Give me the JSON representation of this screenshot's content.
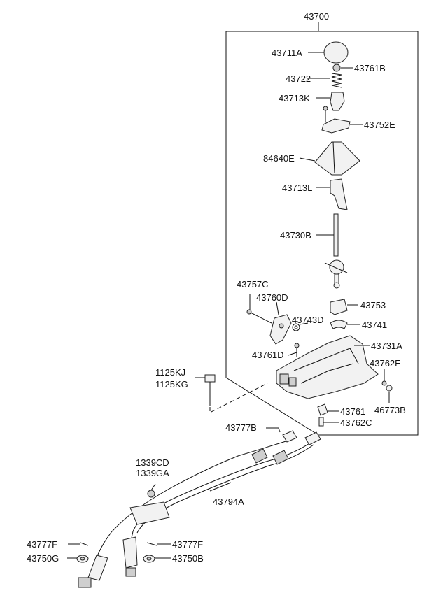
{
  "assembly_number": "43700",
  "labels": {
    "p43711A": "43711A",
    "p43761B": "43761B",
    "p43722": "43722",
    "p43713K": "43713K",
    "p43752E": "43752E",
    "p84640E": "84640E",
    "p43713L": "43713L",
    "p43730B": "43730B",
    "p43757C": "43757C",
    "p43760D": "43760D",
    "p43753": "43753",
    "p43743D": "43743D",
    "p43741": "43741",
    "p43731A": "43731A",
    "p43761D": "43761D",
    "p43762E": "43762E",
    "p1125KJ": "1125KJ",
    "p1125KG": "1125KG",
    "p46773B": "46773B",
    "p43761": "43761",
    "p43762C": "43762C",
    "p43777B": "43777B",
    "p1339CD": "1339CD",
    "p1339GA": "1339GA",
    "p43794A": "43794A",
    "p43777F_left": "43777F",
    "p43777F_right": "43777F",
    "p43750G": "43750G",
    "p43750B": "43750B"
  }
}
